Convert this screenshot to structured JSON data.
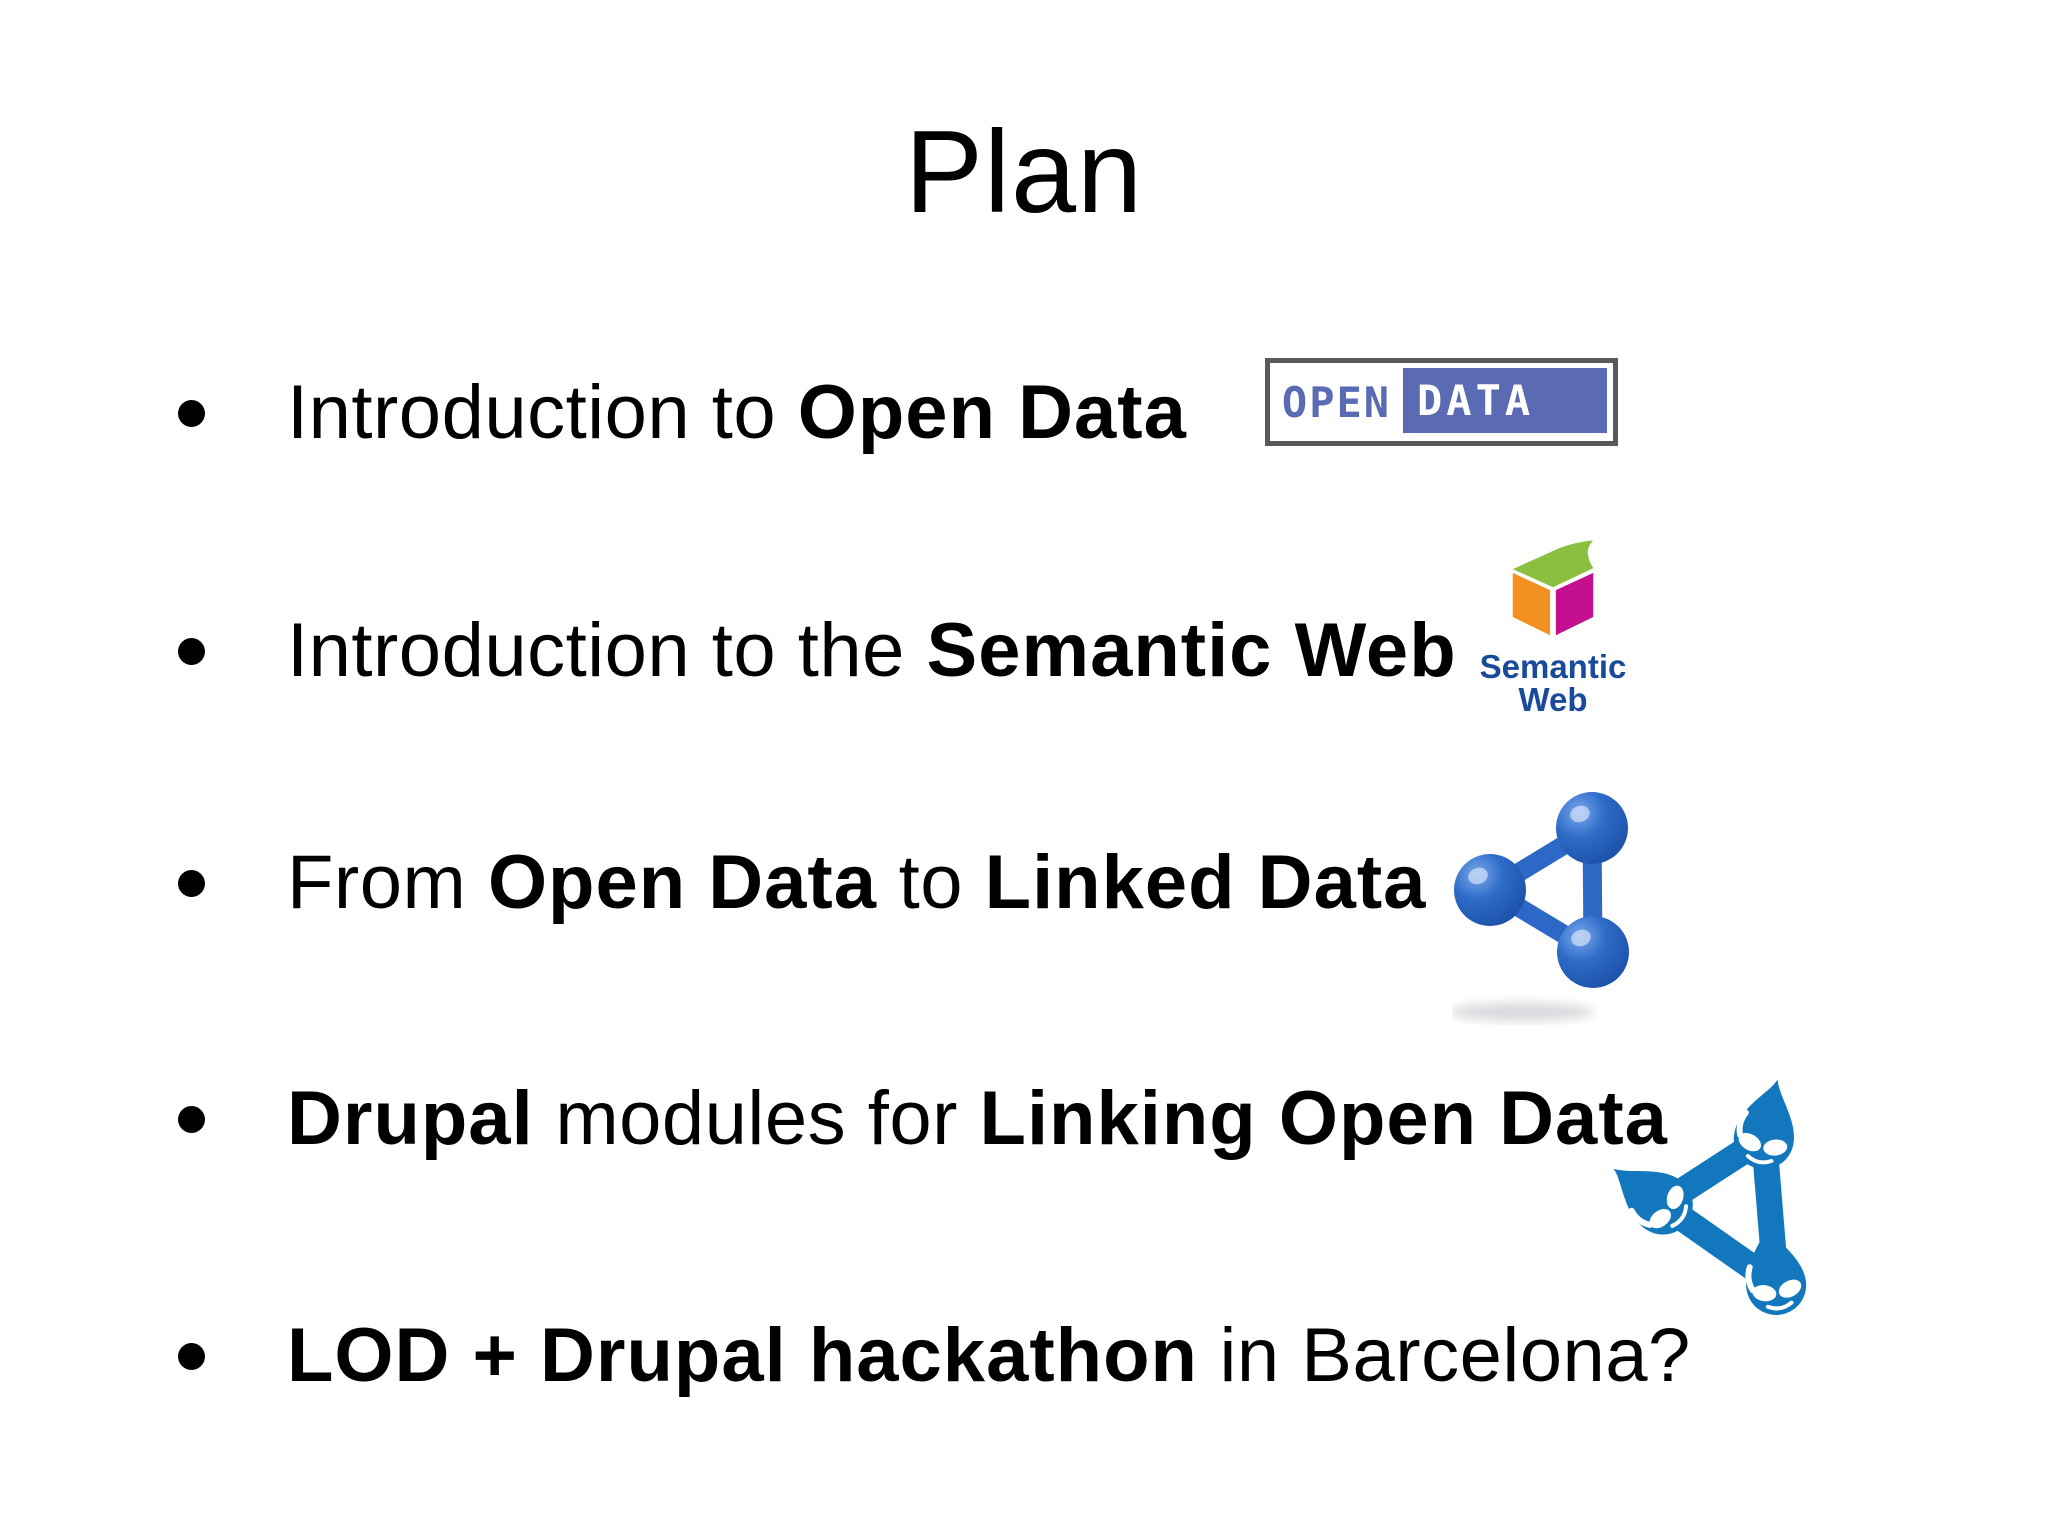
{
  "slide": {
    "title": "Plan",
    "background_color": "#ffffff",
    "text_color": "#000000",
    "bullets": [
      {
        "segments": [
          {
            "text": "Introduction to ",
            "bold": false
          },
          {
            "text": "Open Data",
            "bold": true
          }
        ]
      },
      {
        "segments": [
          {
            "text": "Introduction to the ",
            "bold": false
          },
          {
            "text": "Semantic Web",
            "bold": true
          }
        ]
      },
      {
        "segments": [
          {
            "text": "From ",
            "bold": false
          },
          {
            "text": "Open Data",
            "bold": true
          },
          {
            "text": " to ",
            "bold": false
          },
          {
            "text": "Linked Data",
            "bold": true
          }
        ]
      },
      {
        "segments": [
          {
            "text": "Drupal",
            "bold": true
          },
          {
            "text": " modules for ",
            "bold": false
          },
          {
            "text": "Linking Open Data",
            "bold": true
          }
        ]
      },
      {
        "segments": [
          {
            "text": "LOD + Drupal hackathon",
            "bold": true
          },
          {
            "text": " in Barcelona?",
            "bold": false
          }
        ]
      }
    ]
  },
  "logos": {
    "open_data": {
      "icon": "open-data-pixel-badge",
      "left_text": "OPEN",
      "right_text": "DATA",
      "blue": "#5a6ab3",
      "border_color": "#58595b"
    },
    "semantic_web": {
      "icon": "semantic-web-cube",
      "line1": "Semantic",
      "line2": "Web",
      "text_color": "#1a4b9b",
      "green": "#8abf3f",
      "orange": "#f29120",
      "magenta": "#c4108e"
    },
    "linked_data": {
      "icon": "linked-data-molecule",
      "blue": "#2d68c6"
    },
    "drupal_linked_data": {
      "icon": "drupal-droplet-triangle",
      "blue": "#1377bd"
    }
  }
}
